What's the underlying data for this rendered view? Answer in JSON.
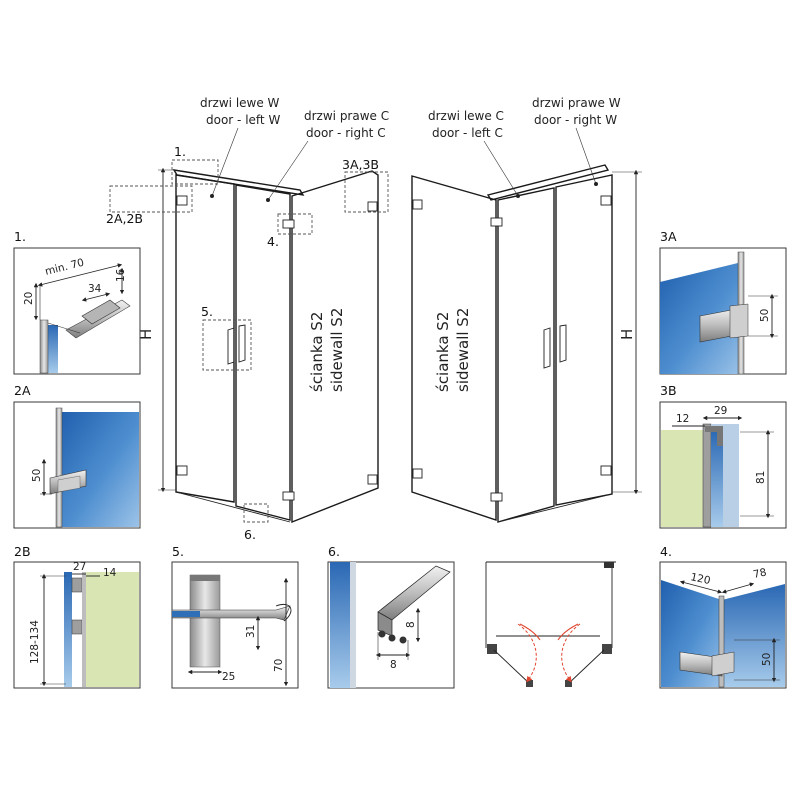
{
  "labels": {
    "door_left_w_pl": "drzwi lewe W",
    "door_left_w_en": "door - left W",
    "door_right_c_pl": "drzwi prawe C",
    "door_right_c_en": "door - right C",
    "door_left_c_pl": "drzwi lewe C",
    "door_left_c_en": "door - left C",
    "door_right_w_pl": "drzwi prawe W",
    "door_right_w_en": "door - right W",
    "sidewall_pl": "ścianka S2",
    "sidewall_en": "sidewall S2",
    "height": "H"
  },
  "callouts": {
    "c1": "1.",
    "c2ab": "2A,2B",
    "c3ab": "3A,3B",
    "c4": "4.",
    "c5": "5.",
    "c6": "6."
  },
  "details": {
    "d1": {
      "title": "1.",
      "min70": "min. 70",
      "d34": "34",
      "d16": "16",
      "d20": "20"
    },
    "d2a": {
      "title": "2A",
      "d50": "50"
    },
    "d2b": {
      "title": "2B",
      "d27": "27",
      "d14": "14",
      "d128": "128-134"
    },
    "d5": {
      "title": "5.",
      "d31": "31",
      "d25": "25",
      "d70": "70"
    },
    "d6": {
      "title": "6.",
      "d8a": "8",
      "d8b": "8"
    },
    "d3a": {
      "title": "3A",
      "d50": "50"
    },
    "d3b": {
      "title": "3B",
      "d12": "12",
      "d29": "29",
      "d81": "81"
    },
    "d4": {
      "title": "4.",
      "d120": "120",
      "d78": "78",
      "d50": "50"
    }
  },
  "colors": {
    "glass_blue": "#2f6fb8",
    "wall_green": "#d9e6b4",
    "swing_red": "#e0452f"
  }
}
